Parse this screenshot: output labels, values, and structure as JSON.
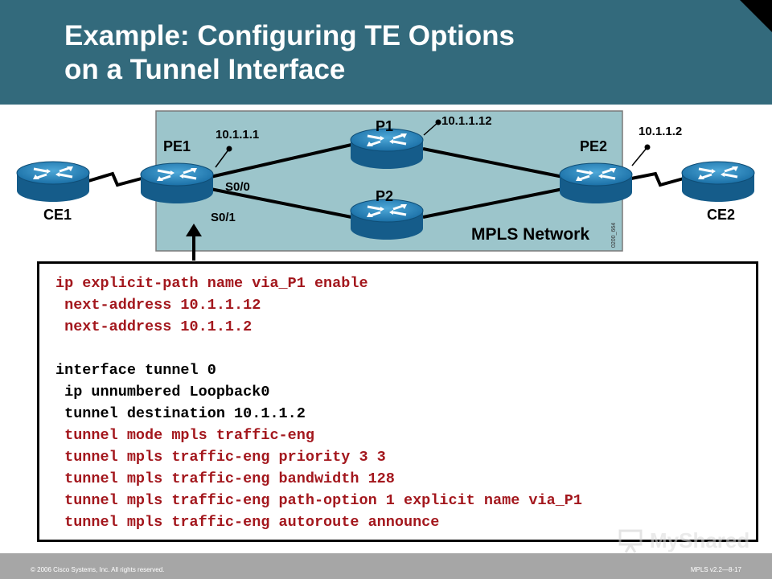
{
  "title": {
    "line1": "Example: Configuring TE Options",
    "line2": "on a Tunnel Interface"
  },
  "diagram": {
    "network_label": "MPLS Network",
    "figure_code": "0200_664",
    "routers": {
      "ce1": "CE1",
      "pe1": "PE1",
      "p1": "P1",
      "p2": "P2",
      "pe2": "PE2",
      "ce2": "CE2"
    },
    "addresses": {
      "pe1": "10.1.1.1",
      "p1": "10.1.1.12",
      "pe2": "10.1.1.2"
    },
    "interfaces": {
      "s00": "S0/0",
      "s01": "S0/1"
    },
    "colors": {
      "network_bg": "#9cc5cb",
      "router_blue": "#1f7fb8"
    }
  },
  "config": {
    "lines": [
      {
        "text": "ip explicit-path name via_P1 enable",
        "color": "red"
      },
      {
        "text": " next-address 10.1.1.12",
        "color": "red"
      },
      {
        "text": " next-address 10.1.1.2",
        "color": "red"
      },
      {
        "text": "",
        "color": "black"
      },
      {
        "text": "interface tunnel 0",
        "color": "black"
      },
      {
        "text": " ip unnumbered Loopback0",
        "color": "black"
      },
      {
        "text": " tunnel destination 10.1.1.2",
        "color": "black"
      },
      {
        "text": " tunnel mode mpls traffic-eng",
        "color": "red"
      },
      {
        "text": " tunnel mpls traffic-eng priority 3 3",
        "color": "red"
      },
      {
        "text": " tunnel mpls traffic-eng bandwidth 128",
        "color": "red"
      },
      {
        "text": " tunnel mpls traffic-eng path-option 1 explicit name via_P1",
        "color": "red"
      },
      {
        "text": " tunnel mpls traffic-eng autoroute announce",
        "color": "red"
      }
    ]
  },
  "footer": {
    "copyright": "© 2006 Cisco Systems, Inc. All rights reserved.",
    "course": "MPLS v2.2—8-17"
  },
  "watermark": {
    "text": "MyShared"
  }
}
